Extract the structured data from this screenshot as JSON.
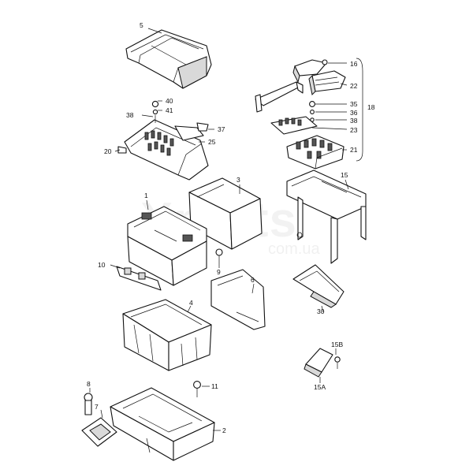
{
  "watermark": {
    "brand": "Xparts",
    "domain": "com.ua"
  },
  "callouts": [
    {
      "id": "c5",
      "text": "5"
    },
    {
      "id": "c16",
      "text": "16"
    },
    {
      "id": "c22",
      "text": "22"
    },
    {
      "id": "c40",
      "text": "40"
    },
    {
      "id": "c41",
      "text": "41"
    },
    {
      "id": "c38a",
      "text": "38"
    },
    {
      "id": "c35",
      "text": "35"
    },
    {
      "id": "c18",
      "text": "18"
    },
    {
      "id": "c36",
      "text": "36"
    },
    {
      "id": "c38b",
      "text": "38"
    },
    {
      "id": "c37",
      "text": "37"
    },
    {
      "id": "c23",
      "text": "23"
    },
    {
      "id": "c25",
      "text": "25"
    },
    {
      "id": "c20",
      "text": "20"
    },
    {
      "id": "c21",
      "text": "21"
    },
    {
      "id": "c3",
      "text": "3"
    },
    {
      "id": "c15",
      "text": "15"
    },
    {
      "id": "c1",
      "text": "1"
    },
    {
      "id": "c10",
      "text": "10"
    },
    {
      "id": "c9",
      "text": "9"
    },
    {
      "id": "c6",
      "text": "6"
    },
    {
      "id": "c4",
      "text": "4"
    },
    {
      "id": "c30",
      "text": "30"
    },
    {
      "id": "c15b",
      "text": "15B"
    },
    {
      "id": "c15a",
      "text": "15A"
    },
    {
      "id": "c8",
      "text": "8"
    },
    {
      "id": "c11",
      "text": "11"
    },
    {
      "id": "c7",
      "text": "7"
    },
    {
      "id": "c2",
      "text": "2"
    }
  ]
}
